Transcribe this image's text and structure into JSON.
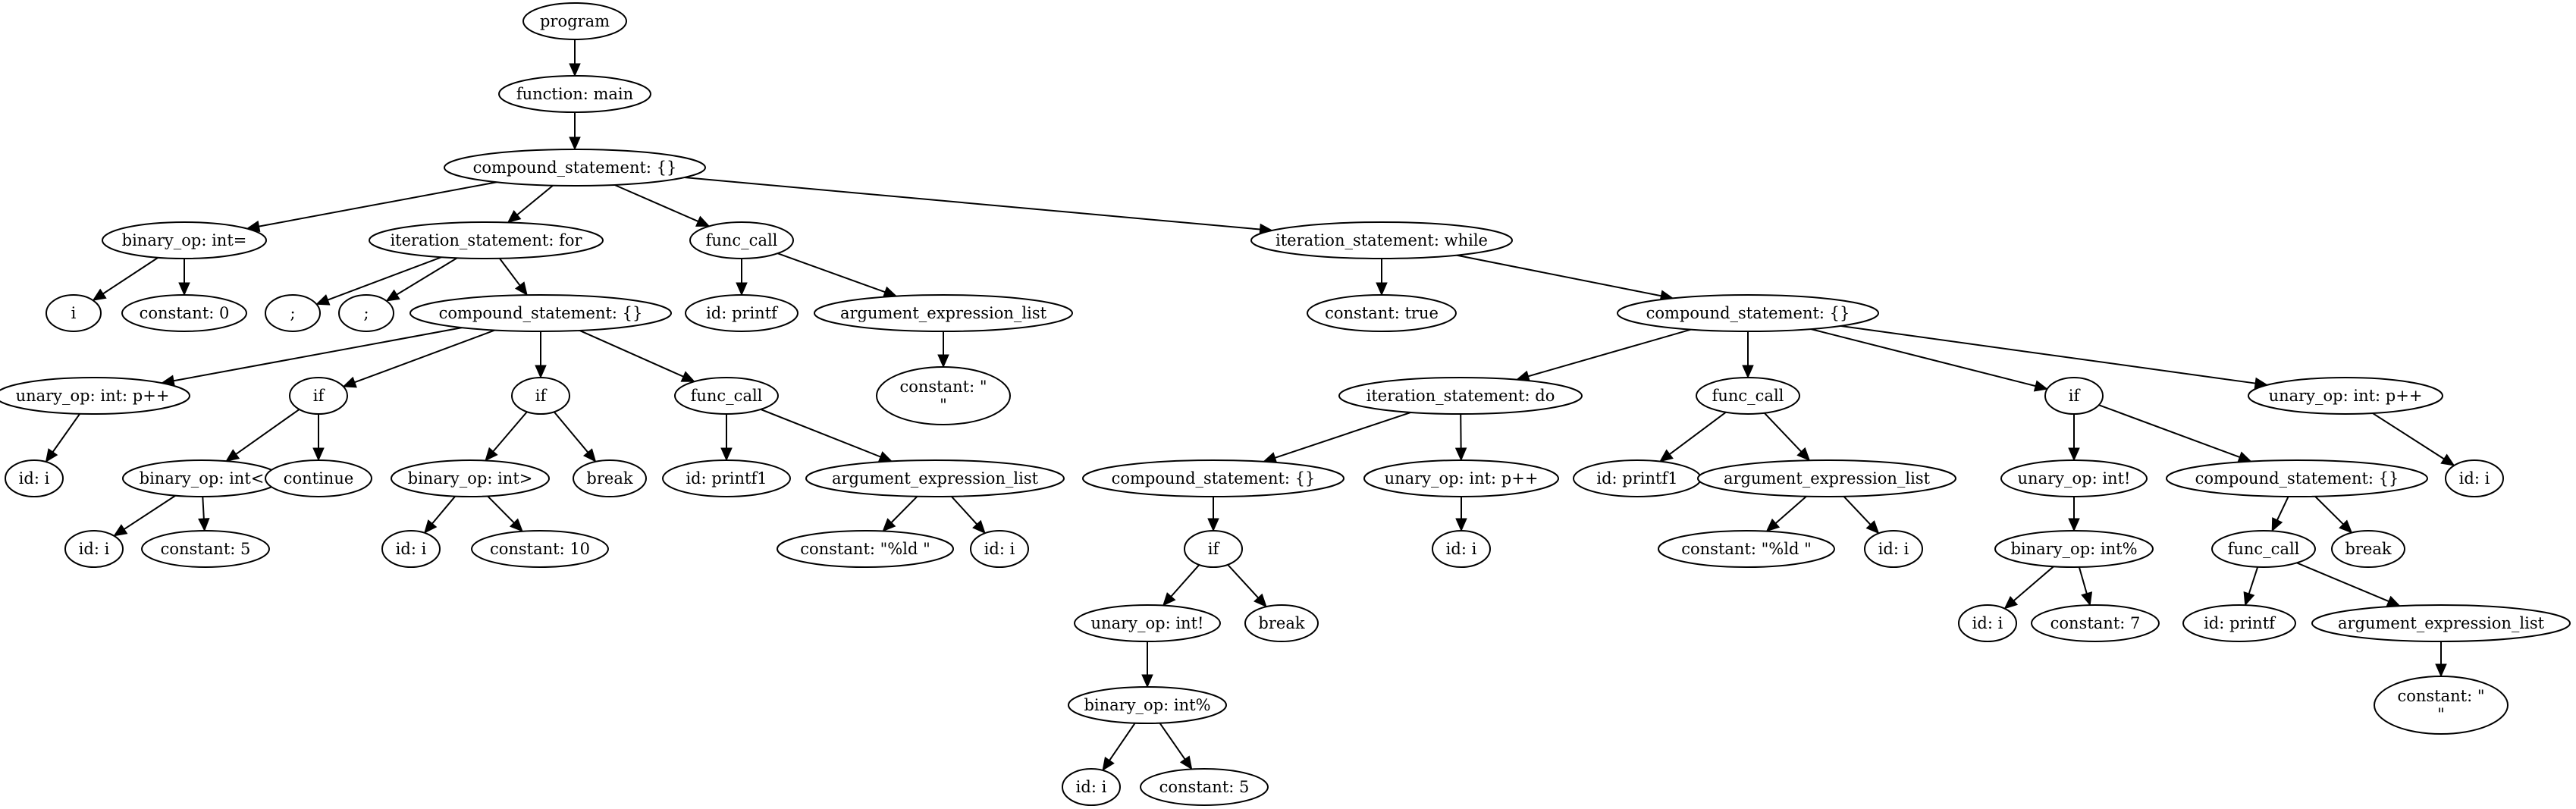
{
  "nodes": [
    {
      "id": "program",
      "label": "program"
    },
    {
      "id": "main",
      "label": "function: main"
    },
    {
      "id": "cs1",
      "label": "compound_statement: {}"
    },
    {
      "id": "assign",
      "label": "binary_op: int="
    },
    {
      "id": "assign_i",
      "label": "i"
    },
    {
      "id": "assign_c0",
      "label": "constant: 0"
    },
    {
      "id": "for1",
      "label": "iteration_statement: for"
    },
    {
      "id": "semi1",
      "label": ";"
    },
    {
      "id": "semi2",
      "label": ";"
    },
    {
      "id": "cs2",
      "label": "compound_statement: {}"
    },
    {
      "id": "inc1",
      "label": "unary_op: int: p++"
    },
    {
      "id": "inc1_i",
      "label": "id: i"
    },
    {
      "id": "if1",
      "label": "if"
    },
    {
      "id": "lt",
      "label": "binary_op: int<"
    },
    {
      "id": "lt_i",
      "label": "id: i"
    },
    {
      "id": "lt_c5",
      "label": "constant: 5"
    },
    {
      "id": "cont",
      "label": "continue"
    },
    {
      "id": "if2",
      "label": "if"
    },
    {
      "id": "gt",
      "label": "binary_op: int>"
    },
    {
      "id": "gt_i",
      "label": "id: i"
    },
    {
      "id": "gt_c10",
      "label": "constant: 10"
    },
    {
      "id": "brk1",
      "label": "break"
    },
    {
      "id": "fc1",
      "label": "func_call"
    },
    {
      "id": "fc1_id",
      "label": "id: printf1"
    },
    {
      "id": "ael1",
      "label": "argument_expression_list"
    },
    {
      "id": "ael1_c",
      "label": "constant: \"%ld \""
    },
    {
      "id": "ael1_i",
      "label": "id: i"
    },
    {
      "id": "fc2",
      "label": "func_call"
    },
    {
      "id": "fc2_id",
      "label": "id: printf"
    },
    {
      "id": "ael2",
      "label": "argument_expression_list"
    },
    {
      "id": "ael2_c",
      "label": "constant: \"\n\""
    },
    {
      "id": "while1",
      "label": "iteration_statement: while"
    },
    {
      "id": "ctrue",
      "label": "constant: true"
    },
    {
      "id": "cs3",
      "label": "compound_statement: {}"
    },
    {
      "id": "do1",
      "label": "iteration_statement: do"
    },
    {
      "id": "cs4",
      "label": "compound_statement: {}"
    },
    {
      "id": "if3",
      "label": "if"
    },
    {
      "id": "not1",
      "label": "unary_op: int!"
    },
    {
      "id": "mod1",
      "label": "binary_op: int%"
    },
    {
      "id": "mod1_i",
      "label": "id: i"
    },
    {
      "id": "mod1_c5",
      "label": "constant: 5"
    },
    {
      "id": "brk2",
      "label": "break"
    },
    {
      "id": "inc2",
      "label": "unary_op: int: p++"
    },
    {
      "id": "inc2_i",
      "label": "id: i"
    },
    {
      "id": "fc3",
      "label": "func_call"
    },
    {
      "id": "fc3_id",
      "label": "id: printf1"
    },
    {
      "id": "ael3",
      "label": "argument_expression_list"
    },
    {
      "id": "ael3_c",
      "label": "constant: \"%ld \""
    },
    {
      "id": "ael3_i",
      "label": "id: i"
    },
    {
      "id": "if4",
      "label": "if"
    },
    {
      "id": "not2",
      "label": "unary_op: int!"
    },
    {
      "id": "mod2",
      "label": "binary_op: int%"
    },
    {
      "id": "mod2_i",
      "label": "id: i"
    },
    {
      "id": "mod2_c7",
      "label": "constant: 7"
    },
    {
      "id": "cs5",
      "label": "compound_statement: {}"
    },
    {
      "id": "fc4",
      "label": "func_call"
    },
    {
      "id": "fc4_id",
      "label": "id: printf"
    },
    {
      "id": "ael4",
      "label": "argument_expression_list"
    },
    {
      "id": "ael4_c",
      "label": "constant: \"\n\""
    },
    {
      "id": "brk3",
      "label": "break"
    },
    {
      "id": "inc3",
      "label": "unary_op: int: p++"
    },
    {
      "id": "inc3_i",
      "label": "id: i"
    }
  ],
  "edges": [
    [
      "program",
      "main"
    ],
    [
      "main",
      "cs1"
    ],
    [
      "cs1",
      "assign"
    ],
    [
      "cs1",
      "for1"
    ],
    [
      "cs1",
      "fc2"
    ],
    [
      "cs1",
      "while1"
    ],
    [
      "assign",
      "assign_i"
    ],
    [
      "assign",
      "assign_c0"
    ],
    [
      "for1",
      "semi1"
    ],
    [
      "for1",
      "semi2"
    ],
    [
      "for1",
      "cs2"
    ],
    [
      "cs2",
      "inc1"
    ],
    [
      "cs2",
      "if1"
    ],
    [
      "cs2",
      "if2"
    ],
    [
      "cs2",
      "fc1"
    ],
    [
      "inc1",
      "inc1_i"
    ],
    [
      "if1",
      "lt"
    ],
    [
      "if1",
      "cont"
    ],
    [
      "lt",
      "lt_i"
    ],
    [
      "lt",
      "lt_c5"
    ],
    [
      "if2",
      "gt"
    ],
    [
      "if2",
      "brk1"
    ],
    [
      "gt",
      "gt_i"
    ],
    [
      "gt",
      "gt_c10"
    ],
    [
      "fc1",
      "fc1_id"
    ],
    [
      "fc1",
      "ael1"
    ],
    [
      "ael1",
      "ael1_c"
    ],
    [
      "ael1",
      "ael1_i"
    ],
    [
      "fc2",
      "fc2_id"
    ],
    [
      "fc2",
      "ael2"
    ],
    [
      "ael2",
      "ael2_c"
    ],
    [
      "while1",
      "ctrue"
    ],
    [
      "while1",
      "cs3"
    ],
    [
      "cs3",
      "do1"
    ],
    [
      "cs3",
      "fc3"
    ],
    [
      "cs3",
      "if4"
    ],
    [
      "cs3",
      "inc3"
    ],
    [
      "do1",
      "cs4"
    ],
    [
      "do1",
      "inc2"
    ],
    [
      "cs4",
      "if3"
    ],
    [
      "if3",
      "not1"
    ],
    [
      "if3",
      "brk2"
    ],
    [
      "not1",
      "mod1"
    ],
    [
      "mod1",
      "mod1_i"
    ],
    [
      "mod1",
      "mod1_c5"
    ],
    [
      "inc2",
      "inc2_i"
    ],
    [
      "fc3",
      "fc3_id"
    ],
    [
      "fc3",
      "ael3"
    ],
    [
      "ael3",
      "ael3_c"
    ],
    [
      "ael3",
      "ael3_i"
    ],
    [
      "if4",
      "not2"
    ],
    [
      "if4",
      "cs5"
    ],
    [
      "not2",
      "mod2"
    ],
    [
      "mod2",
      "mod2_i"
    ],
    [
      "mod2",
      "mod2_c7"
    ],
    [
      "cs5",
      "fc4"
    ],
    [
      "cs5",
      "brk3"
    ],
    [
      "fc4",
      "fc4_id"
    ],
    [
      "fc4",
      "ael4"
    ],
    [
      "ael4",
      "ael4_c"
    ],
    [
      "inc3",
      "inc3_i"
    ]
  ]
}
